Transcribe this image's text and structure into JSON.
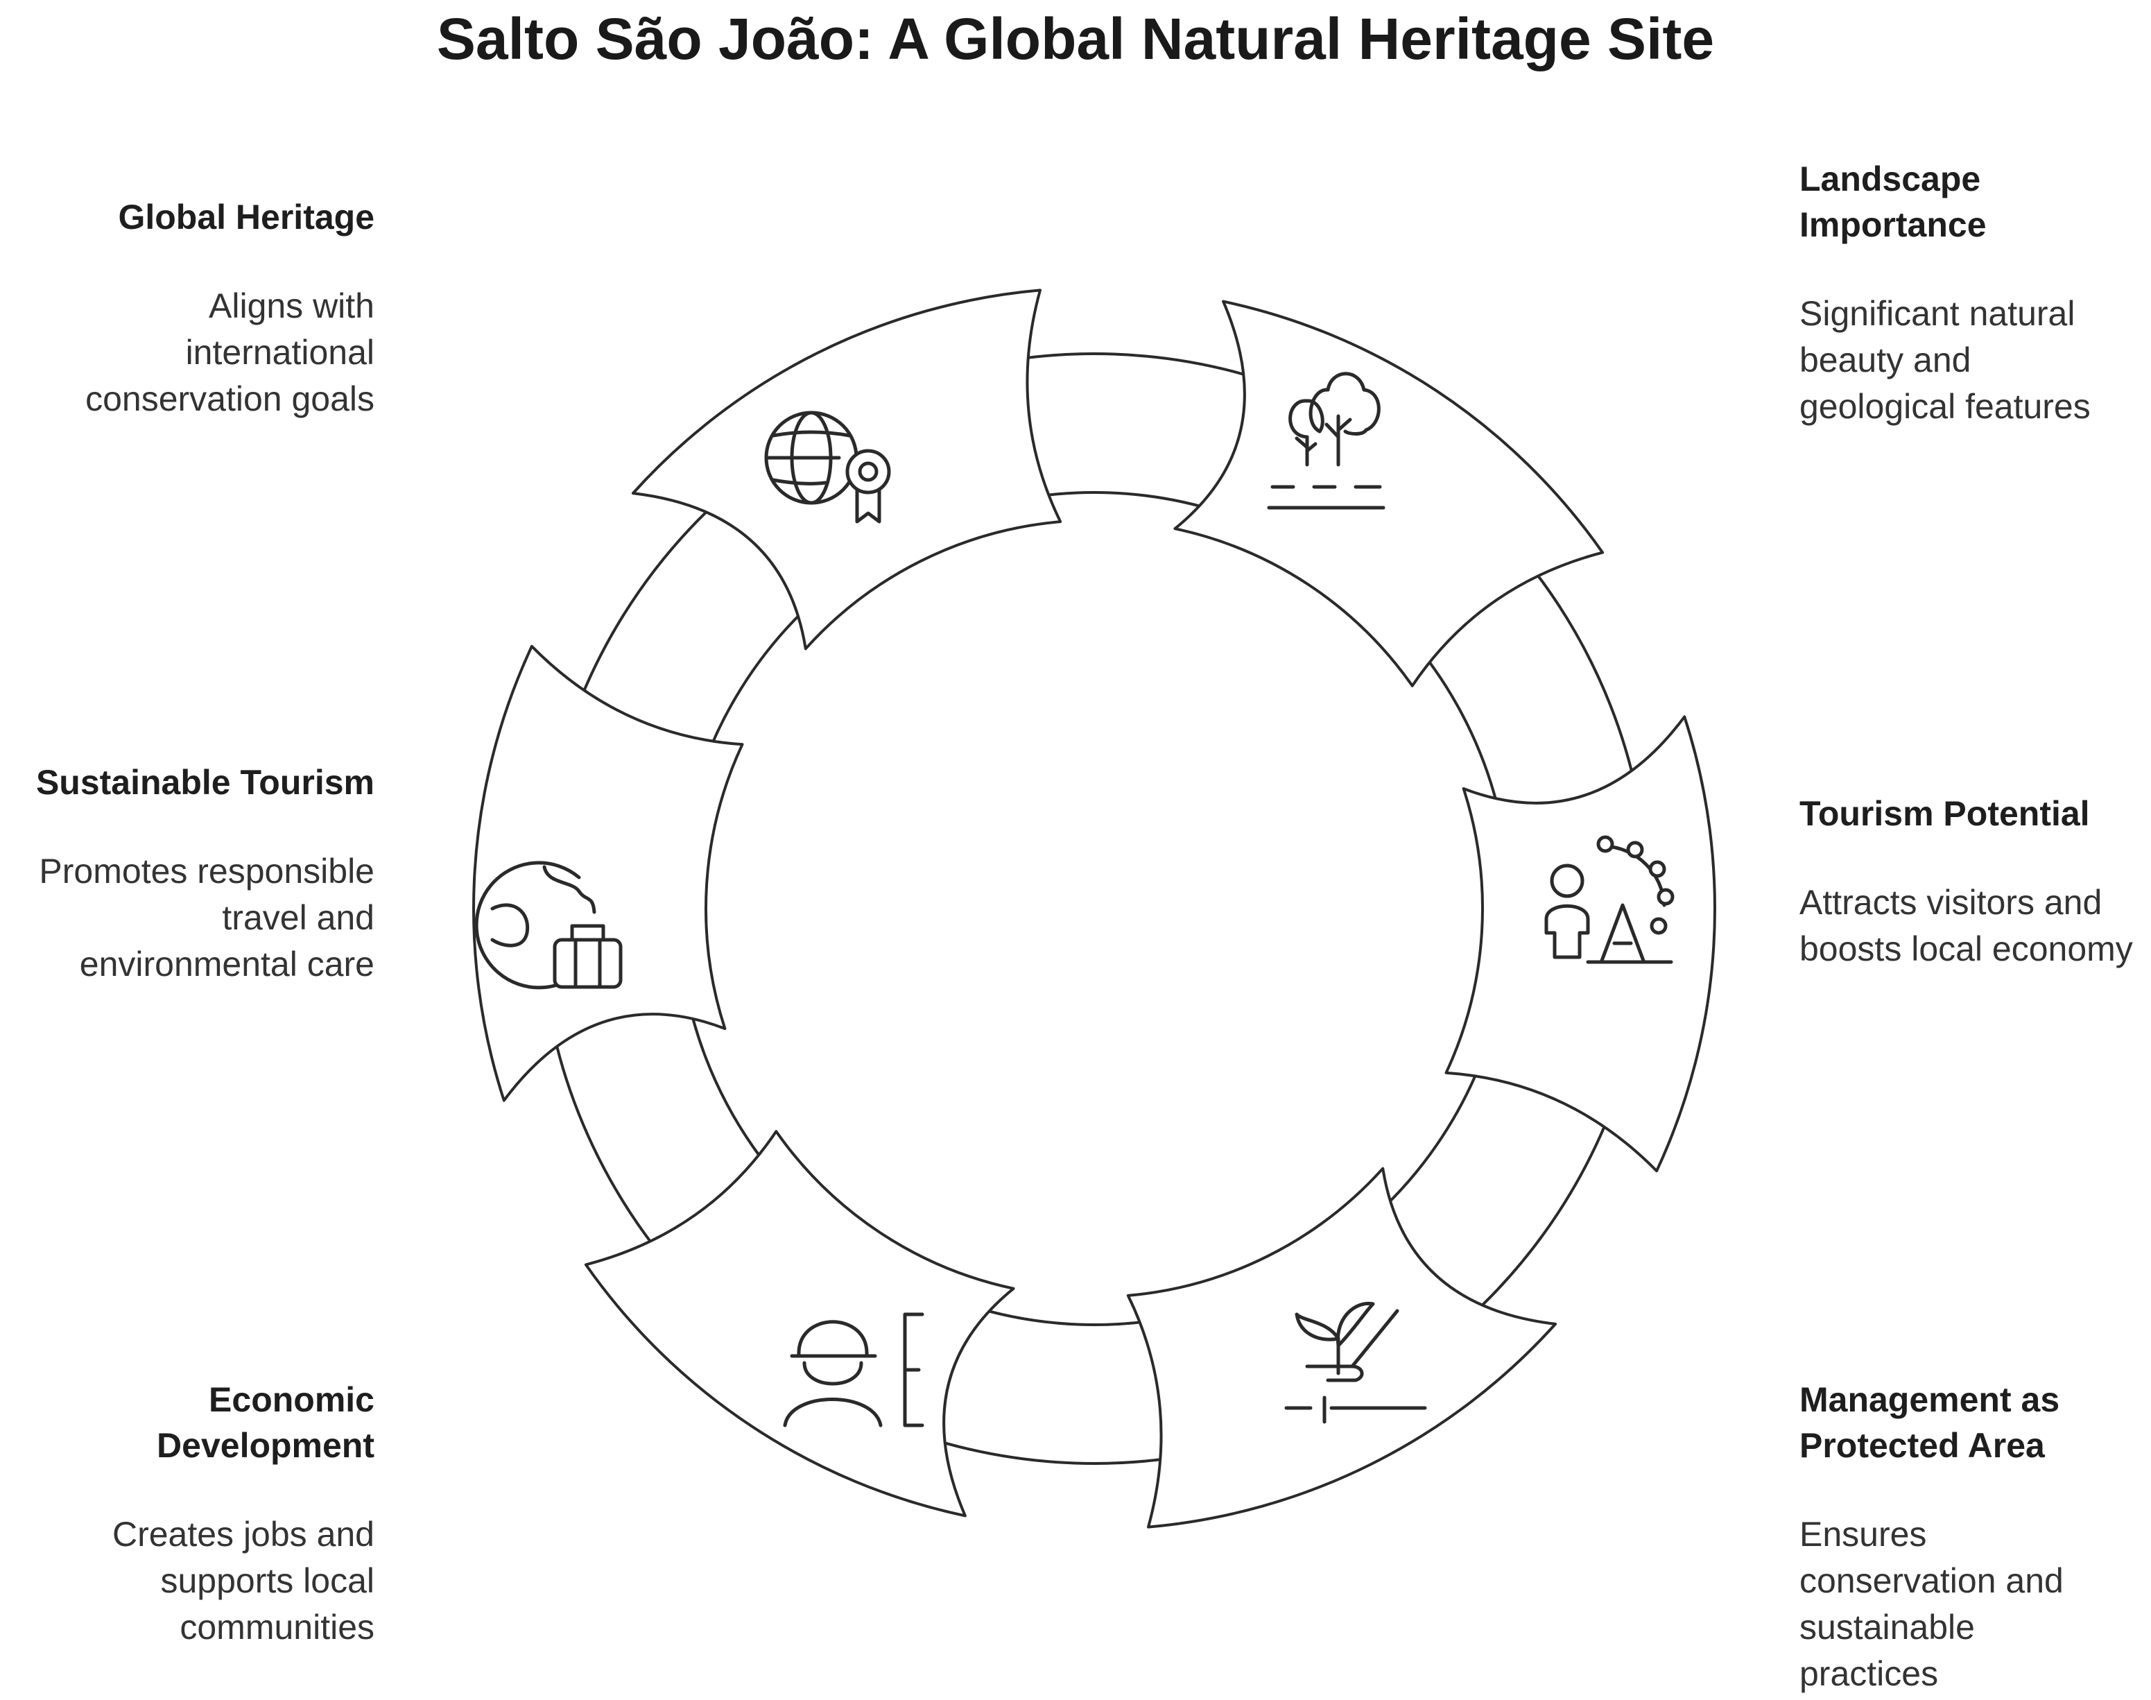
{
  "title": "Salto São João: A Global Natural Heritage Site",
  "items": [
    {
      "title": "Global Heritage",
      "desc": "Aligns with international conservation goals",
      "icon": "globe-award-icon"
    },
    {
      "title": "Landscape Importance",
      "desc": "Significant natural beauty and geological features",
      "icon": "trees-landscape-icon"
    },
    {
      "title": "Tourism Potential",
      "desc": "Attracts visitors and boosts local economy",
      "icon": "tourist-attraction-icon"
    },
    {
      "title": "Management as Protected Area",
      "desc": "Ensures conservation and sustainable practices",
      "icon": "plant-hand-icon"
    },
    {
      "title": "Economic Development",
      "desc": "Creates jobs and supports local communities",
      "icon": "worker-icon"
    },
    {
      "title": "Sustainable Tourism",
      "desc": "Promotes responsible travel and environmental care",
      "icon": "globe-luggage-icon"
    }
  ],
  "colors": {
    "stroke": "#2a2a2a",
    "fill": "#ffffff"
  }
}
